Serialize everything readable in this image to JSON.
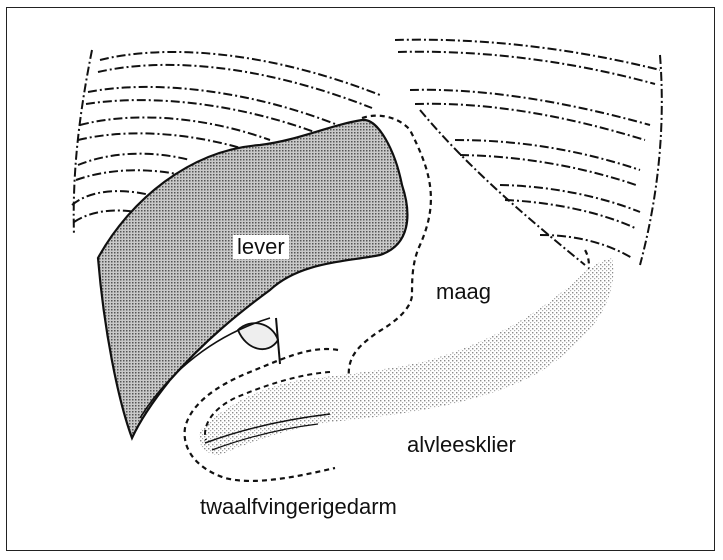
{
  "labels": {
    "liver": "lever",
    "stomach": "maag",
    "pancreas": "alvleesklier",
    "duodenum": "twaalfvingerigedarm"
  },
  "colors": {
    "ink": "#111111",
    "liver_fill": "#9a9a9a",
    "pancreas_fill": "#d2d2d2",
    "background": "#ffffff"
  }
}
